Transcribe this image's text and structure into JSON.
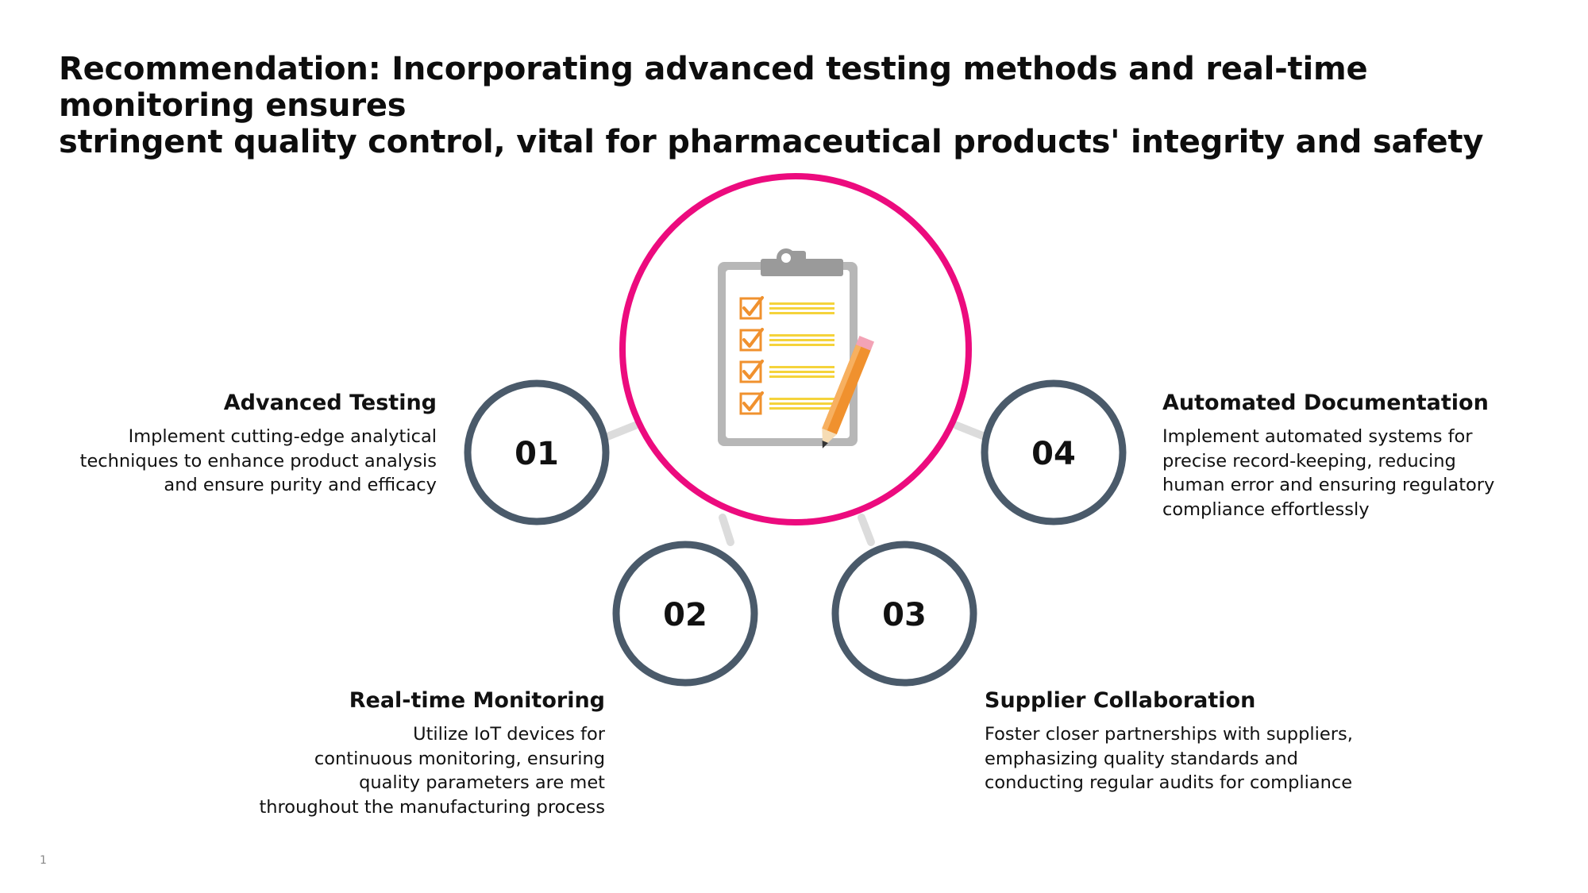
{
  "title": {
    "line1": "Recommendation: Incorporating advanced testing methods and real-time monitoring ensures",
    "line2": "stringent quality control, vital for pharmaceutical products' integrity and safety"
  },
  "colors": {
    "center_ring": "#ec0b7e",
    "step_ring": "#4a5a6a",
    "connector": "#dcdcdc"
  },
  "center_icon": "clipboard-checklist-icon",
  "steps": [
    {
      "number": "01",
      "heading": "Advanced Testing",
      "lines": [
        "Implement cutting-edge analytical",
        "techniques to enhance product analysis",
        "and ensure purity and efficacy"
      ]
    },
    {
      "number": "02",
      "heading": "Real-time Monitoring",
      "lines": [
        "Utilize IoT devices for",
        "continuous monitoring, ensuring",
        "quality parameters are met",
        "throughout the manufacturing process"
      ]
    },
    {
      "number": "03",
      "heading": "Supplier Collaboration",
      "lines": [
        "Foster closer partnerships with suppliers,",
        "emphasizing quality standards and",
        "conducting regular audits for compliance"
      ]
    },
    {
      "number": "04",
      "heading": "Automated Documentation",
      "lines": [
        "Implement automated systems for",
        "precise record-keeping, reducing",
        "human error and ensuring regulatory",
        "compliance effortlessly"
      ]
    }
  ],
  "page_number": "1"
}
